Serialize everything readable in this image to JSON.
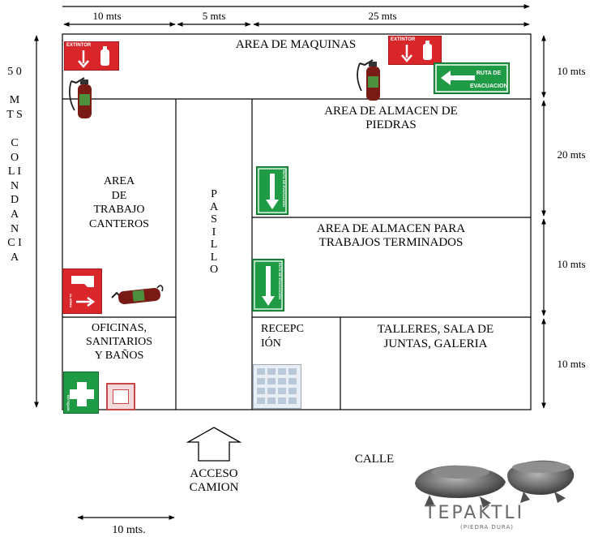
{
  "dimensions": {
    "top_10": "10 mts",
    "top_5": "5 mts",
    "top_25": "25 mts",
    "right_10a": "10 mts",
    "right_20": "20 mts",
    "right_10b": "10 mts",
    "right_10c": "10 mts",
    "bottom_10": "10 mts.",
    "left_vertical": "5 0\n \nM T S\n \nC O L I N D A N C I A"
  },
  "areas": {
    "maquinas": "AREA DE MAQUINAS",
    "almacen_piedras": "AREA DE ALMACEN DE\nPIEDRAS",
    "trabajo_canteros": "AREA\nDE\nTRABAJO\nCANTEROS",
    "pasillo": "P\nA\nS\nI\nL\nL\nO",
    "almacen_terminados": "AREA DE ALMACEN PARA\nTRABAJOS TERMINADOS",
    "oficinas": "OFICINAS,\nSANITARIOS\nY BAÑOS",
    "recepcion": "RECEPC\nIÓN",
    "talleres": "TALLERES, SALA DE\nJUNTAS, GALERIA"
  },
  "street": {
    "acceso": "ACCESO\nCAMION",
    "calle": "CALLE"
  },
  "signs": {
    "extintor_1": "EXTINTOR",
    "extintor_2": "EXTINTOR",
    "ruta_evacuacion": "RUTA DE\nEVACUACION",
    "ruta_1": "RUTA DE EVACUACION",
    "ruta_2": "RUTA DE EVACUACION",
    "alarma": "ALARMA",
    "botiquin": "BOTIQUIN"
  },
  "logo": {
    "name": "TEPAKTLI",
    "subtitle": "(PIEDRA DURA)"
  },
  "colors": {
    "line": "#000000",
    "sign_red": "#d9262b",
    "sign_green": "#1f9a45",
    "extinguisher": "#7a1a14"
  }
}
